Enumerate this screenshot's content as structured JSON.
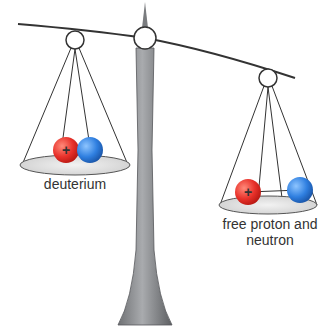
{
  "diagram": {
    "labels": [
      "deuterium",
      "+",
      "free proton and neutron",
      "+"
    ]
  }
}
